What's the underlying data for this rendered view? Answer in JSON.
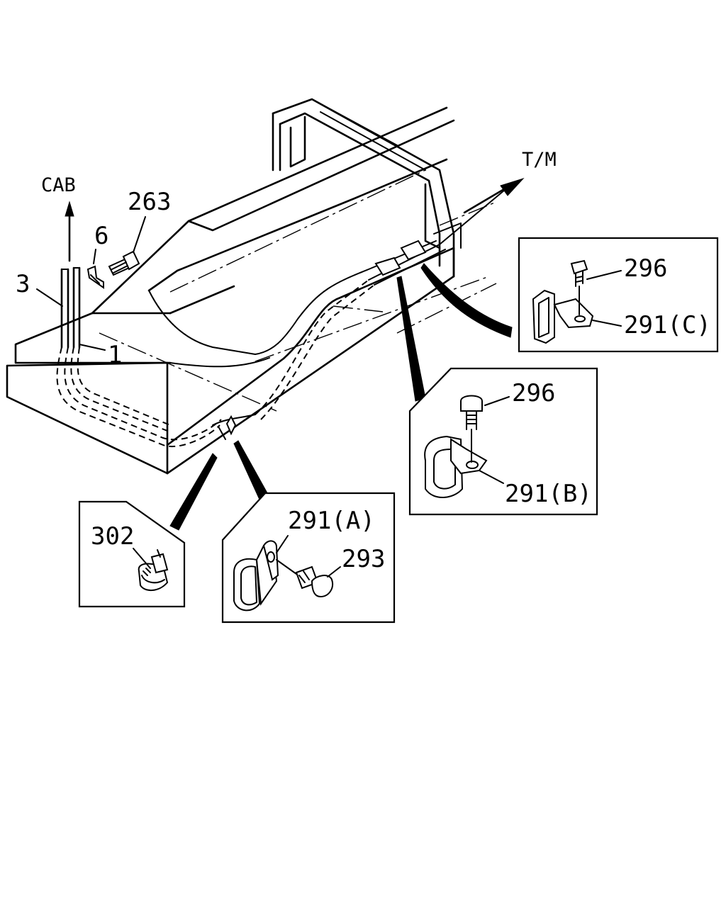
{
  "diagram": {
    "directions": {
      "cab": "CAB",
      "transmission": "T/M"
    },
    "parts": {
      "p1": "1",
      "p3": "3",
      "p6": "6",
      "p263": "263",
      "p296_c": "296",
      "p291_c": "291(C)",
      "p296_b": "296",
      "p291_b": "291(B)",
      "p291_a": "291(A)",
      "p293": "293",
      "p302": "302"
    }
  }
}
